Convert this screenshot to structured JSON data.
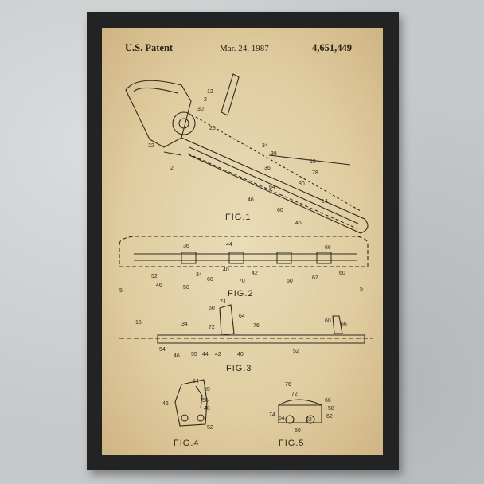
{
  "header": {
    "title": "U.S. Patent",
    "date": "Mar. 24, 1987",
    "number": "4,651,449"
  },
  "figures": {
    "fig1": "FIG.1",
    "fig2": "FIG.2",
    "fig3": "FIG.3",
    "fig4": "FIG.4",
    "fig5": "FIG.5"
  },
  "colors": {
    "frame": "#232323",
    "paper": "#e6d6b0",
    "ink": "#2f2a20"
  }
}
